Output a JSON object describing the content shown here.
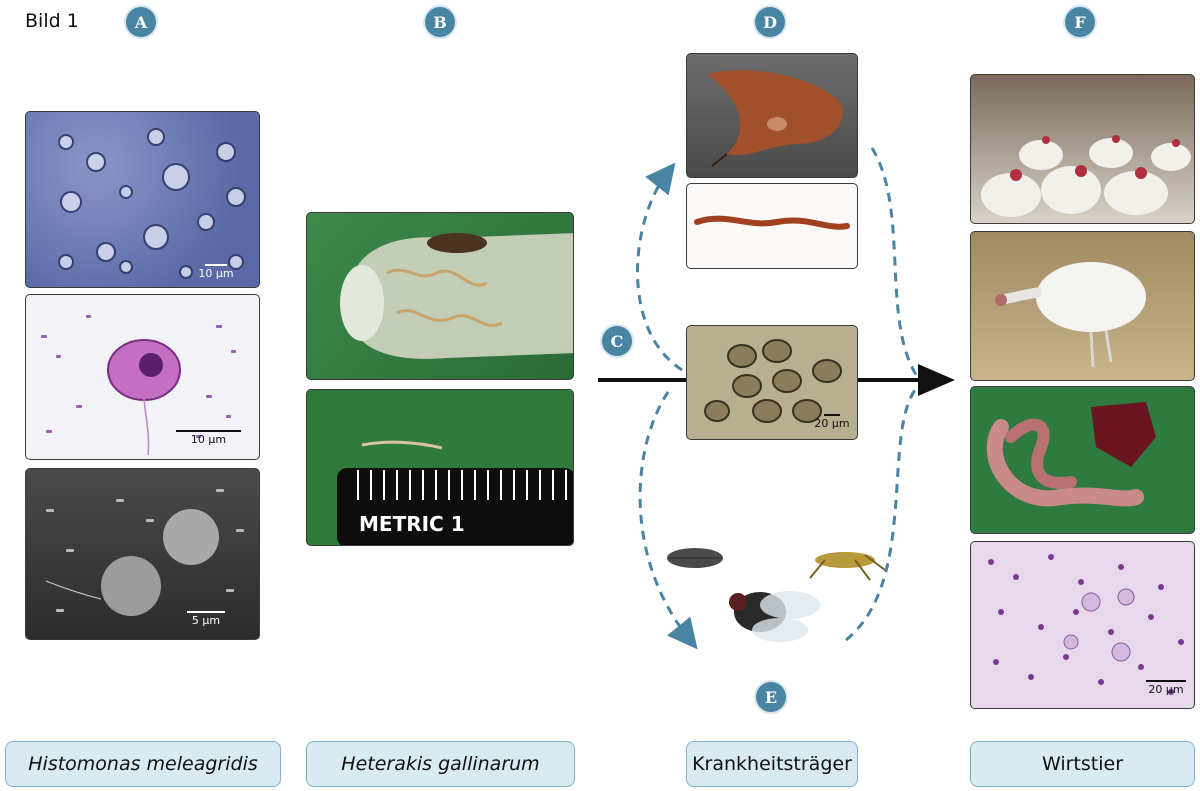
{
  "figure_label": "Bild 1",
  "badges": {
    "a": "A",
    "b": "B",
    "c": "C",
    "d": "D",
    "e": "E",
    "f": "F"
  },
  "scalebars": {
    "a1": "10 µm",
    "a2": "10 µm",
    "a3": "5 µm",
    "c_eggs": "20 µm",
    "f_histo": "20 µm"
  },
  "ruler_text": "METRIC 1",
  "labels": {
    "histomonas": "Histomonas meleagridis",
    "heterakis": "Heterakis gallinarum",
    "vectors": "Krankheitsträger",
    "host": "Wirtstier"
  },
  "colors": {
    "badge": "#4a84a3",
    "label_fill": "#d8eaf2",
    "dashed_arrow": "#4a84a3",
    "main_arrow": "#111111"
  }
}
